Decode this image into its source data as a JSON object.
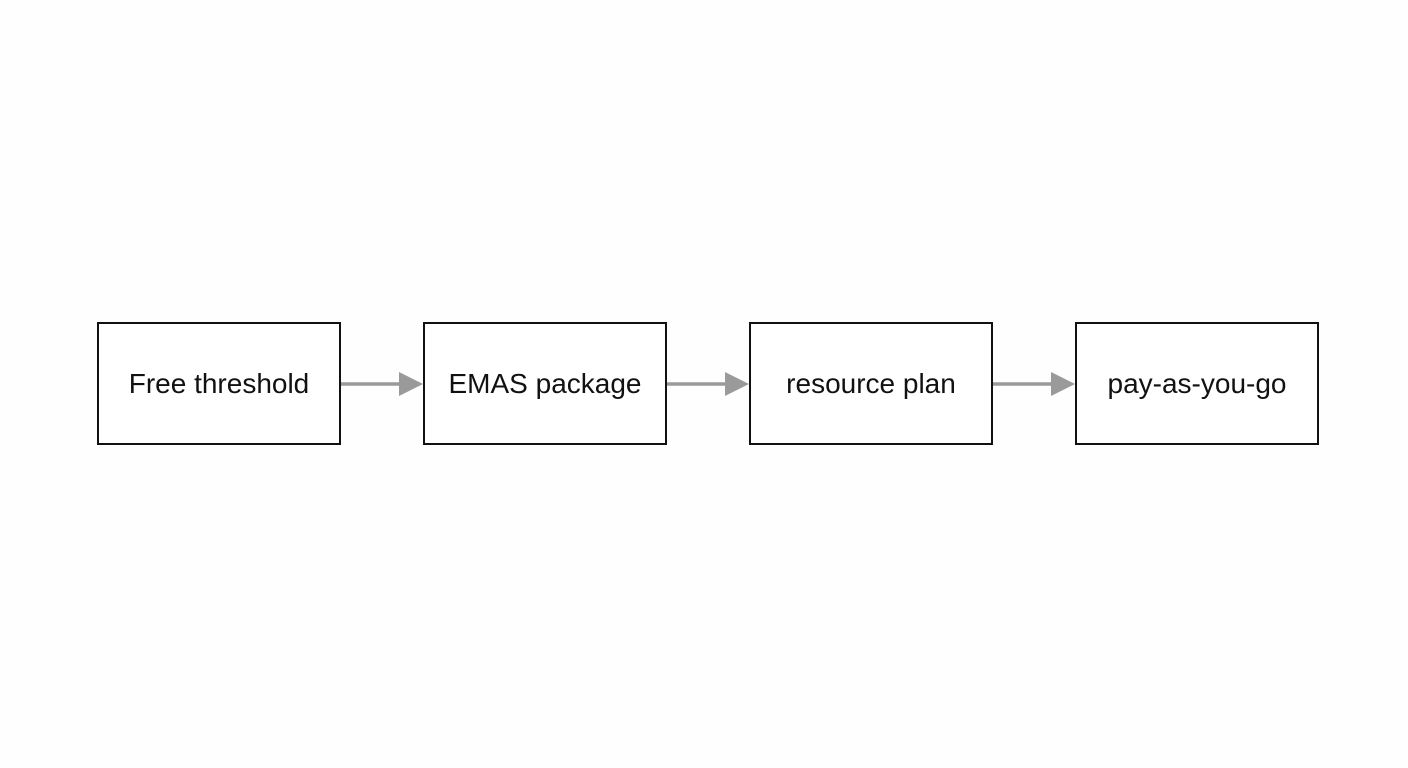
{
  "diagram": {
    "nodes": [
      {
        "id": "free-threshold",
        "label": "Free threshold"
      },
      {
        "id": "emas-package",
        "label": "EMAS package"
      },
      {
        "id": "resource-plan",
        "label": "resource plan"
      },
      {
        "id": "pay-as-you-go",
        "label": "pay-as-you-go"
      }
    ],
    "edges": [
      {
        "from": "free-threshold",
        "to": "emas-package"
      },
      {
        "from": "emas-package",
        "to": "resource-plan"
      },
      {
        "from": "resource-plan",
        "to": "pay-as-you-go"
      }
    ],
    "colors": {
      "box_border": "#111111",
      "arrow": "#9a9a9a",
      "text": "#111111",
      "background": "#fefefe"
    }
  }
}
